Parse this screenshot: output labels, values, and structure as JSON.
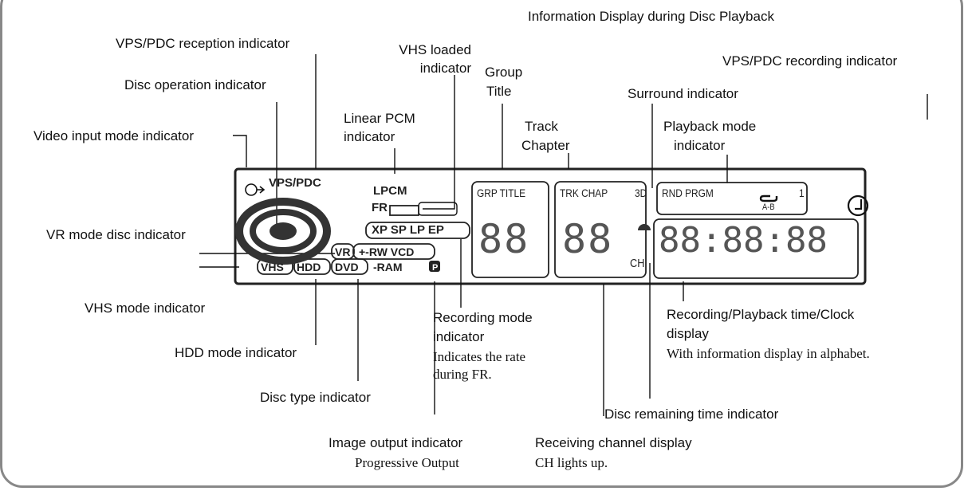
{
  "title": "Information Display during Disc Playback",
  "labels": {
    "vps_reception": "VPS/PDC reception indicator",
    "vhs_loaded_1": "VHS loaded",
    "vhs_loaded_2": "indicator",
    "group": "Group",
    "title": "Title",
    "vps_recording": "VPS/PDC recording indicator",
    "disc_operation": "Disc operation indicator",
    "surround": "Surround indicator",
    "linear_pcm_1": "Linear PCM",
    "linear_pcm_2": "indicator",
    "track": "Track",
    "chapter": "Chapter",
    "playback_mode_1": "Playback mode",
    "playback_mode_2": "indicator",
    "video_input": "Video input mode indicator",
    "vr_mode": "VR mode disc indicator",
    "vhs_mode": "VHS mode indicator",
    "recording_mode_1": "Recording mode",
    "recording_mode_2": "indicator",
    "recording_mode_desc_1": "Indicates the rate",
    "recording_mode_desc_2": "during FR.",
    "rec_time_1": "Recording/Playback time/Clock",
    "rec_time_2": "display",
    "rec_time_desc": "With information display in alphabet.",
    "hdd_mode": "HDD mode indicator",
    "disc_type": "Disc type indicator",
    "disc_remaining": "Disc remaining time indicator",
    "image_output": "Image output indicator",
    "image_output_desc": "Progressive Output",
    "receiving_channel": "Receiving channel display",
    "receiving_channel_desc": "CH lights up."
  },
  "lcd": {
    "vps_pdc": "VPS/PDC",
    "lpcm": "LPCM",
    "fr": "FR",
    "rec_modes": "XP SP LP EP",
    "vr": "VR",
    "rw_vcd": "+-RW VCD",
    "vhs": "VHS",
    "hdd": "HDD",
    "dvd": "DVD",
    "ram": "-RAM",
    "grp_title": "GRP TITLE",
    "trk_chap": "TRK CHAP",
    "three_d": "3D",
    "rnd_prgm": "RND PRGM",
    "one": "1",
    "ab": "A-B",
    "ch": "CH",
    "digits_group": "88",
    "digits_track": "88",
    "digits_time": "88:88:88"
  }
}
